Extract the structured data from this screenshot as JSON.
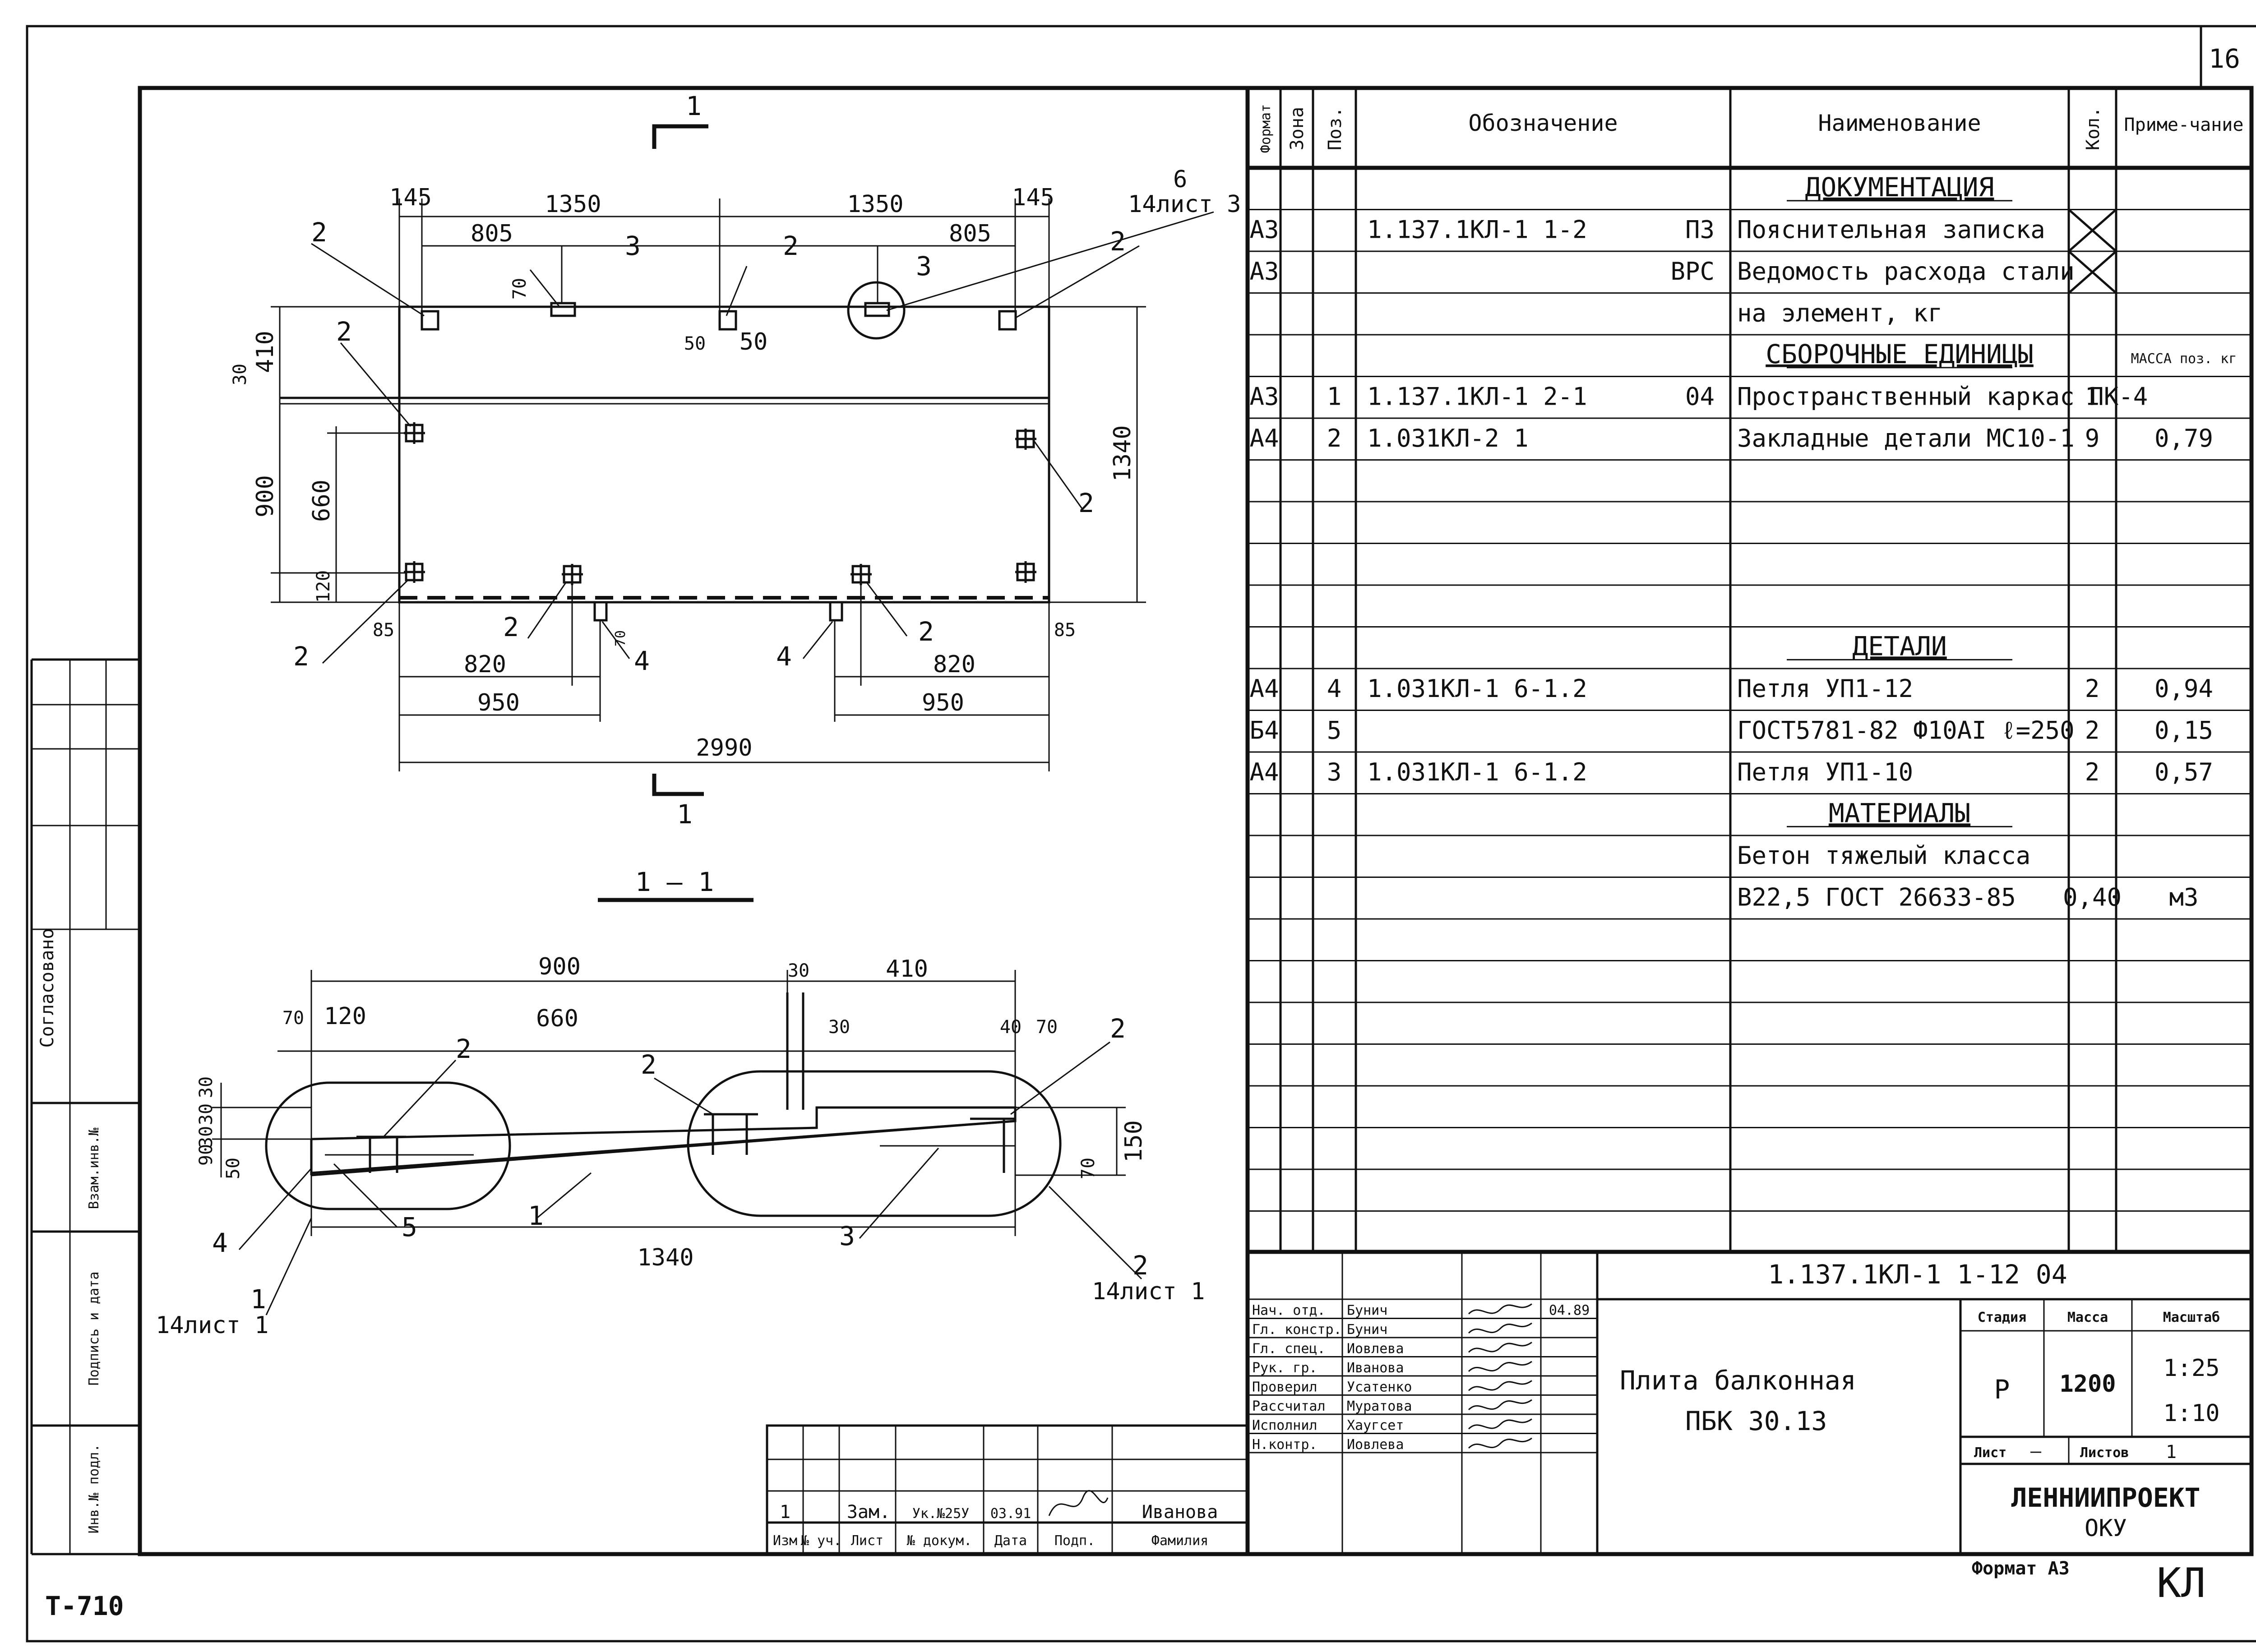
{
  "sheet_number": "16",
  "stamp_code": "Т-710",
  "corner_mark": "КЛ",
  "format_label": "Формат А3",
  "side_labels": {
    "agreed": "Согласовано",
    "replaced_inv": "Взам.инв.№",
    "sign_date": "Подпись и дата",
    "inv_original": "Инв.№ подл."
  },
  "spec_header": {
    "format": "Формат",
    "zone": "Зона",
    "pos": "Поз.",
    "designation": "Обозначение",
    "name": "Наименование",
    "qty": "Кол.",
    "note": "Приме-чание"
  },
  "spec_rows": [
    {
      "format": "",
      "pos": "",
      "designation": "",
      "doc": "",
      "name": "ДОКУМЕНТАЦИЯ",
      "section": true,
      "qty": "",
      "note": ""
    },
    {
      "format": "А3",
      "pos": "",
      "designation": "1.137.1КЛ-1  1-2",
      "doc": "ПЗ",
      "name": "Пояснительная записка",
      "qty": "",
      "cross": true,
      "note": ""
    },
    {
      "format": "А3",
      "pos": "",
      "designation": "",
      "doc": "ВРС",
      "name": "Ведомость расхода стали",
      "qty": "",
      "cross": true,
      "note": ""
    },
    {
      "format": "",
      "pos": "",
      "designation": "",
      "doc": "",
      "name": "на элемент, кг",
      "qty": "",
      "note": ""
    },
    {
      "format": "",
      "pos": "",
      "designation": "",
      "doc": "",
      "name": "СБОРОЧНЫЕ ЕДИНИЦЫ",
      "section": true,
      "qty": "",
      "note": "МАССА поз. кг"
    },
    {
      "format": "А3",
      "pos": "1",
      "designation": "1.137.1КЛ-1  2-1",
      "doc": "04",
      "name": "Пространственный каркас ПК-4",
      "qty": "1",
      "note": ""
    },
    {
      "format": "А4",
      "pos": "2",
      "designation": "1.031КЛ-2   1",
      "doc": "",
      "name": "Закладные детали МС10-1",
      "qty": "9",
      "note": "0,79"
    },
    {
      "format": "",
      "pos": "",
      "designation": "",
      "doc": "",
      "name": "",
      "qty": "",
      "note": ""
    },
    {
      "format": "",
      "pos": "",
      "designation": "",
      "doc": "",
      "name": "",
      "qty": "",
      "note": ""
    },
    {
      "format": "",
      "pos": "",
      "designation": "",
      "doc": "",
      "name": "",
      "qty": "",
      "note": ""
    },
    {
      "format": "",
      "pos": "",
      "designation": "",
      "doc": "",
      "name": "",
      "qty": "",
      "note": ""
    },
    {
      "format": "",
      "pos": "",
      "designation": "",
      "doc": "",
      "name": "ДЕТАЛИ",
      "section": true,
      "qty": "",
      "note": ""
    },
    {
      "format": "А4",
      "pos": "4",
      "designation": "1.031КЛ-1   6-1.2",
      "doc": "",
      "name": "Петля   УП1-12",
      "qty": "2",
      "note": "0,94"
    },
    {
      "format": "Б4",
      "pos": "5",
      "designation": "",
      "doc": "",
      "name": "ГОСТ5781-82 Ф10АI ℓ=250",
      "qty": "2",
      "note": "0,15"
    },
    {
      "format": "А4",
      "pos": "3",
      "designation": "1.031КЛ-1   6-1.2",
      "doc": "",
      "name": "Петля   УП1-10",
      "qty": "2",
      "note": "0,57"
    },
    {
      "format": "",
      "pos": "",
      "designation": "",
      "doc": "",
      "name": "МАТЕРИАЛЫ",
      "section": true,
      "qty": "",
      "note": ""
    },
    {
      "format": "",
      "pos": "",
      "designation": "",
      "doc": "",
      "name": "Бетон тяжелый класса",
      "qty": "",
      "note": ""
    },
    {
      "format": "",
      "pos": "",
      "designation": "",
      "doc": "",
      "name": "В22,5 ГОСТ 26633-85",
      "qty": "0,40",
      "note": "м3"
    },
    {
      "format": "",
      "pos": "",
      "designation": "",
      "doc": "",
      "name": "",
      "qty": "",
      "note": ""
    },
    {
      "format": "",
      "pos": "",
      "designation": "",
      "doc": "",
      "name": "",
      "qty": "",
      "note": ""
    },
    {
      "format": "",
      "pos": "",
      "designation": "",
      "doc": "",
      "name": "",
      "qty": "",
      "note": ""
    },
    {
      "format": "",
      "pos": "",
      "designation": "",
      "doc": "",
      "name": "",
      "qty": "",
      "note": ""
    },
    {
      "format": "",
      "pos": "",
      "designation": "",
      "doc": "",
      "name": "",
      "qty": "",
      "note": ""
    },
    {
      "format": "",
      "pos": "",
      "designation": "",
      "doc": "",
      "name": "",
      "qty": "",
      "note": ""
    },
    {
      "format": "",
      "pos": "",
      "designation": "",
      "doc": "",
      "name": "",
      "qty": "",
      "note": ""
    },
    {
      "format": "",
      "pos": "",
      "designation": "",
      "doc": "",
      "name": "",
      "qty": "",
      "note": ""
    }
  ],
  "plan": {
    "section_mark": "1",
    "dims_top": [
      "145",
      "1350",
      "1350",
      "145",
      "805",
      "805",
      "70",
      "50",
      "50"
    ],
    "dims_left": [
      "30",
      "410",
      "900",
      "660",
      "120"
    ],
    "dim_right": "1340",
    "dims_bottom": [
      "85",
      "85",
      "820",
      "820",
      "950",
      "950",
      "2990",
      "70"
    ],
    "labels": [
      "2",
      "2",
      "3",
      "2",
      "2",
      "6",
      "14лист 3",
      "3",
      "2",
      "2",
      "2",
      "2",
      "4",
      "4",
      "2"
    ]
  },
  "section": {
    "title": "1 — 1",
    "dims_top": [
      "900",
      "410",
      "30",
      "70",
      "120",
      "660",
      "30",
      "40",
      "70"
    ],
    "dims_left": [
      "30",
      "30",
      "30",
      "90",
      "50"
    ],
    "dims_right": [
      "150",
      "70"
    ],
    "dim_bottom": "1340",
    "labels": [
      "2",
      "2",
      "2",
      "4",
      "5",
      "1",
      "3",
      "1",
      "14лист 1",
      "2",
      "14лист 1"
    ]
  },
  "title_block": {
    "document_code": "1.137.1КЛ-1   1-12    04",
    "title_line1": "Плита балконная",
    "title_line2": "ПБК 30.13",
    "stage_label": "Стадия",
    "mass_label": "Масса",
    "scale_label": "Масштаб",
    "stage": "Р",
    "mass": "1200",
    "scale1": "1:25",
    "scale2": "1:10",
    "sheet_label": "Лист",
    "sheet_value": "—",
    "sheets_label": "Листов",
    "sheets_value": "1",
    "org": "ЛЕННИИПРОЕКТ",
    "dept": "ОКУ",
    "roles": [
      {
        "role": "Нач. отд.",
        "name": "Бунич",
        "date": "04.89"
      },
      {
        "role": "Гл. констр.",
        "name": "Бунич",
        "date": ""
      },
      {
        "role": "Гл. спец.",
        "name": "Иовлева",
        "date": ""
      },
      {
        "role": "Рук. гр.",
        "name": "Иванова",
        "date": ""
      },
      {
        "role": "Проверил",
        "name": "Усатенко",
        "date": ""
      },
      {
        "role": "Рассчитал",
        "name": "Муратова",
        "date": ""
      },
      {
        "role": "Исполнил",
        "name": "Хаугсет",
        "date": ""
      },
      {
        "role": "Н.контр.",
        "name": "Иовлева",
        "date": ""
      }
    ]
  },
  "revision": {
    "row": {
      "izm": "1",
      "uch": "",
      "list": "Зам.",
      "doc": "Ук.№25У",
      "date": "03.91",
      "signer": "Иванова"
    },
    "header": {
      "izm": "Изм",
      "uch": "№ уч.",
      "list": "Лист",
      "doc": "№ докум.",
      "podp": "Подп.",
      "date": "Дата",
      "fam": "Фамилия"
    }
  }
}
